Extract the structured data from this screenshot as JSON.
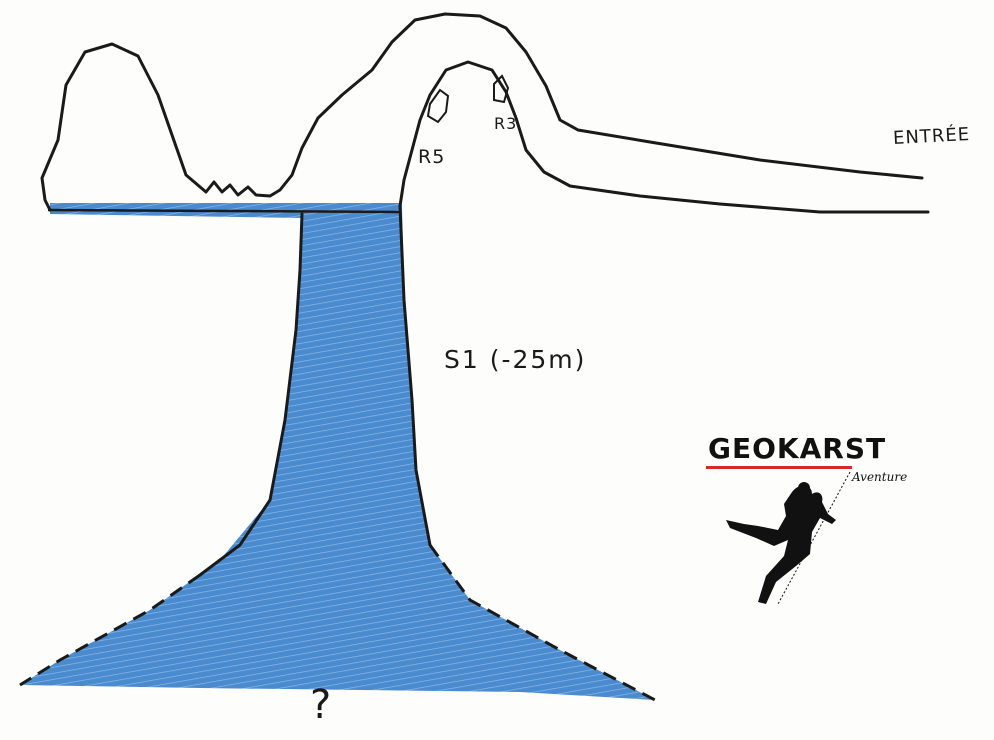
{
  "colors": {
    "water": "#3f82c8",
    "water_light": "#6fa5dc",
    "ink": "#1a1a1a",
    "logo_bar": "#d42a2a"
  },
  "labels": {
    "entree": "ENTRÉE",
    "r5": "R5",
    "r3": "R3",
    "sump": "S1 (-25m)",
    "unknown": "?"
  },
  "logo": {
    "name": "GEOKARST",
    "subtitle": "Aventure",
    "icon": "scuba-diver-icon"
  }
}
